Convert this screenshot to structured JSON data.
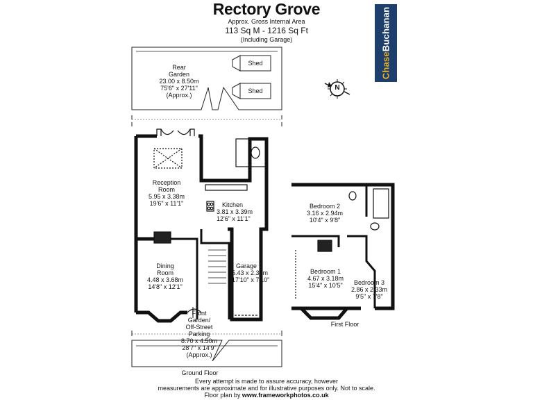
{
  "header": {
    "title": "Rectory Grove",
    "subtitle": "Approx. Gross Internal Area",
    "area": "113 Sq M - 1216 Sq Ft",
    "note": "(Including Garage)"
  },
  "logo": {
    "part1": "Chase",
    "part2": "Buchanan",
    "color": "#1e3f6b",
    "accent": "#e3b22a"
  },
  "compass": {
    "label": "N",
    "icon": "compass-icon"
  },
  "rooms": {
    "rear_garden": {
      "name1": "Rear",
      "name2": "Garden",
      "metric": "23.00 x 8.50m",
      "imperial": "75'6\" x 27'11\"",
      "note": "(Approx.)"
    },
    "shed1": {
      "name": "Shed"
    },
    "shed2": {
      "name": "Shed"
    },
    "reception": {
      "name1": "Reception",
      "name2": "Room",
      "metric": "5.95 x 3.38m",
      "imperial": "19'6\" x 11'1\""
    },
    "kitchen": {
      "name": "Kitchen",
      "metric": "3.81 x 3.39m",
      "imperial": "12'6\" x 11'1\""
    },
    "dining": {
      "name1": "Dining",
      "name2": "Room",
      "metric": "4.48 x 3.68m",
      "imperial": "14'8\" x 12'1\""
    },
    "garage": {
      "name": "Garage",
      "metric": "5.43 x 2.38m",
      "imperial": "17'10\" x 7'10\""
    },
    "front_garden": {
      "name1": "Front",
      "name2": "Garden/",
      "name3": "Off-Street",
      "name4": "Parking",
      "metric": "8.70 x 4.50m",
      "imperial": "28'7\" x 14'9\"",
      "note": "(Approx.)"
    },
    "bedroom2": {
      "name": "Bedroom 2",
      "metric": "3.16 x 2.94m",
      "imperial": "10'4\" x 9'8\""
    },
    "bedroom1": {
      "name": "Bedroom 1",
      "metric": "4.67 x 3.18m",
      "imperial": "15'4\" x 10'5\""
    },
    "bedroom3": {
      "name": "Bedroom 3",
      "metric": "2.86 x 2.33m",
      "imperial": "9'5\" x 7'8\""
    }
  },
  "floors": {
    "ground": "Ground Floor",
    "first": "First Floor"
  },
  "footer": {
    "line1": "Every attempt is made to assure accuracy, however",
    "line2": "measurements are approximate and for illustrative purposes only. Not to scale.",
    "line3_prefix": "Floor plan by ",
    "line3_link": "www.frameworkphotos.co.uk"
  }
}
